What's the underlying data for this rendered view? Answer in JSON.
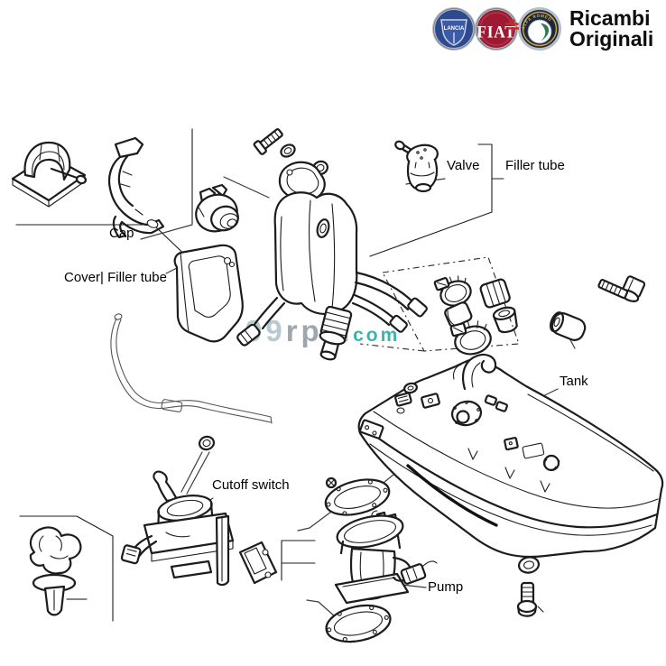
{
  "header": {
    "title_line1": "Ricambi",
    "title_line2": "Originali",
    "logos": {
      "lancia": "LANCIA",
      "fiat": "FIAT",
      "alfa": "ALFA ROMEO"
    }
  },
  "watermark": {
    "nines": "99",
    "rpm": "rpm",
    "com": "com"
  },
  "labels": {
    "cap": "Cap",
    "valve": "Valve",
    "filler_tube": "Filler tube",
    "cover_filler_tube": "Cover| Filler tube",
    "tank": "Tank",
    "cutoff_switch": "Cutoff switch",
    "pump": "Pump"
  },
  "colors": {
    "line": "#1c1c1c",
    "watermark_light": "#b6c7ce",
    "watermark_gray": "#9aa2ab",
    "watermark_teal": "#2fb2ab",
    "fiat_red": "#9c1b32",
    "lancia_blue": "#2e4a8f",
    "alfa_navy": "#1b2742",
    "logo_ring": "#b9bec6"
  }
}
